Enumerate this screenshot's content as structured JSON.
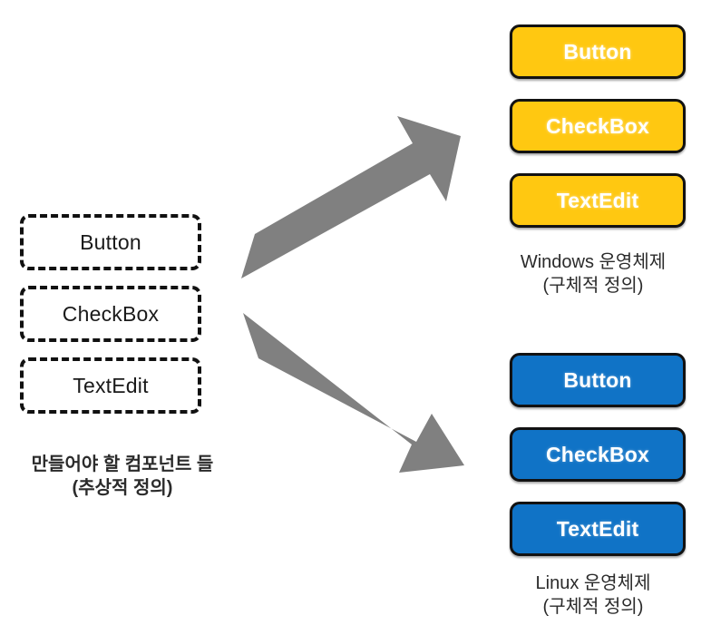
{
  "diagram": {
    "title": "Abstract Factory component abstraction to OS-specific implementations",
    "colors": {
      "yellow": "#ffc811",
      "blue": "#1073c6",
      "arrow_gray": "#808080",
      "outline": "#121212",
      "background": "#ffffff"
    }
  },
  "abstract": {
    "items": [
      {
        "label": "Button"
      },
      {
        "label": "CheckBox"
      },
      {
        "label": "TextEdit"
      }
    ],
    "caption": {
      "line1": "만들어야 할 컴포넌트 들",
      "line2": "(추상적 정의)"
    }
  },
  "arrows": [
    {
      "name": "arrow-to-windows",
      "direction": "up-right",
      "color": "#808080"
    },
    {
      "name": "arrow-to-linux",
      "direction": "down-right",
      "color": "#808080"
    }
  ],
  "implementations": [
    {
      "id": "windows",
      "color": "#ffc811",
      "items": [
        {
          "label": "Button"
        },
        {
          "label": "CheckBox"
        },
        {
          "label": "TextEdit"
        }
      ],
      "caption": {
        "line1": "Windows 운영체제",
        "line2": "(구체적 정의)"
      }
    },
    {
      "id": "linux",
      "color": "#1073c6",
      "items": [
        {
          "label": "Button"
        },
        {
          "label": "CheckBox"
        },
        {
          "label": "TextEdit"
        }
      ],
      "caption": {
        "line1": "Linux 운영체제",
        "line2": "(구체적 정의)"
      }
    }
  ]
}
